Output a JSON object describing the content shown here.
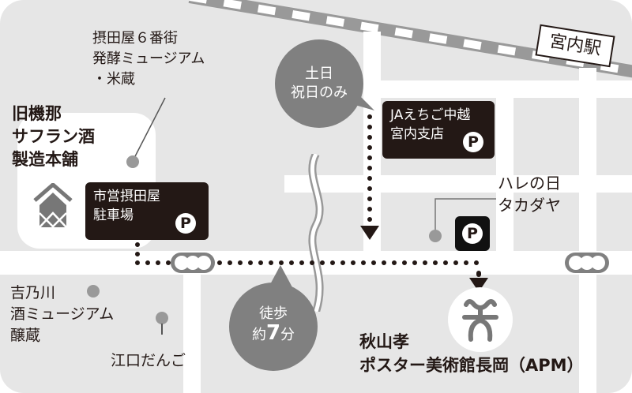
{
  "map": {
    "station": {
      "label": "宮内駅"
    },
    "places": {
      "settaya6": {
        "lines": [
          "摂田屋６番街",
          "発酵ミュージアム",
          "・米蔵"
        ]
      },
      "kikana": {
        "lines": [
          "旧機那",
          "サフラン酒",
          "製造本舗"
        ]
      },
      "yoshinogawa": {
        "lines": [
          "吉乃川",
          "酒ミュージアム",
          "醸蔵"
        ]
      },
      "eguchi": {
        "label": "江口だんご"
      },
      "hare": {
        "lines": [
          "ハレの日",
          "タカダヤ"
        ]
      },
      "apm": {
        "lines": [
          "秋山孝",
          "ポスター美術館長岡（APM）"
        ]
      }
    },
    "parking": {
      "municipal": {
        "lines": [
          "市営摂田屋",
          "駐車場"
        ],
        "icon": "P"
      },
      "ja": {
        "lines": [
          "JAえちご中越",
          "宮内支店"
        ],
        "icon": "P"
      },
      "hare_parking": {
        "icon": "P"
      }
    },
    "bubbles": {
      "weekend": {
        "lines": [
          "土日",
          "祝日のみ"
        ]
      },
      "walk": {
        "line1": "徒歩",
        "line2_prefix": "約",
        "line2_num": "7",
        "line2_suffix": "分"
      }
    },
    "colors": {
      "background": "#e6e6e6",
      "road": "#ffffff",
      "dark": "#231815",
      "gray": "#808080",
      "poi": "#999999"
    }
  }
}
